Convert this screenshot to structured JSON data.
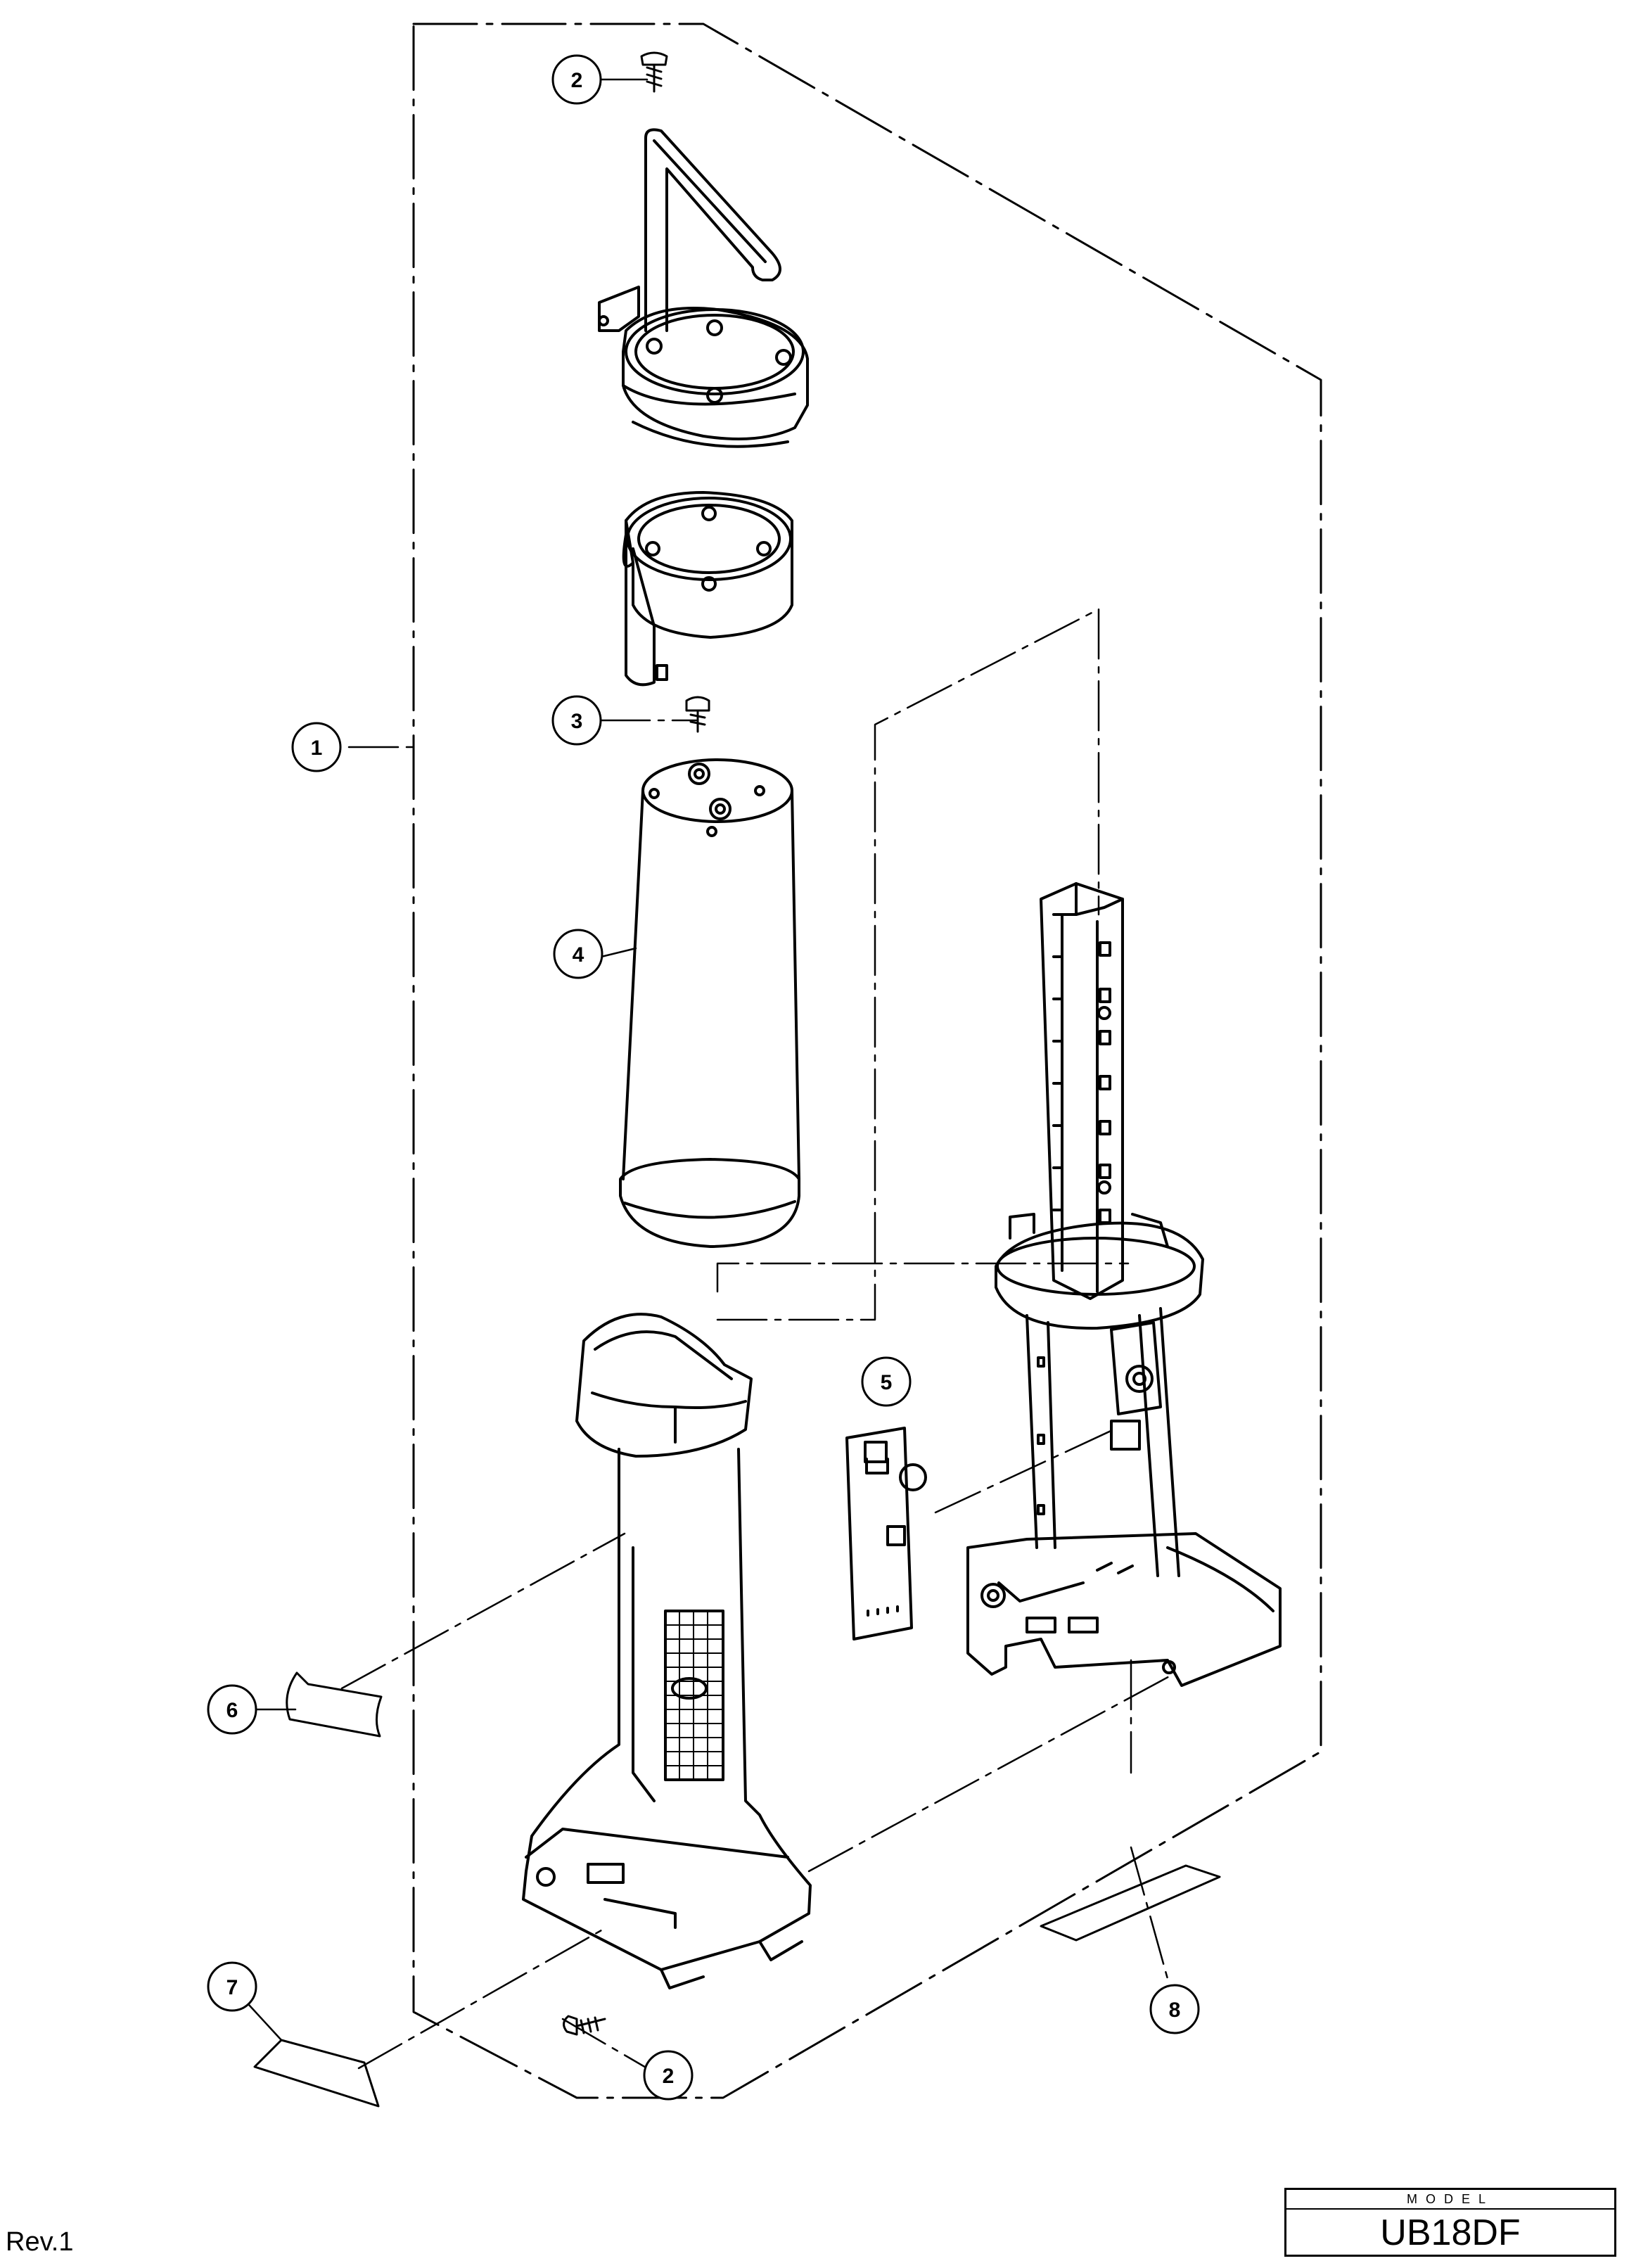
{
  "callouts": [
    {
      "id": "c2top",
      "label": "2"
    },
    {
      "id": "c1",
      "label": "1"
    },
    {
      "id": "c3",
      "label": "3"
    },
    {
      "id": "c4",
      "label": "4"
    },
    {
      "id": "c5",
      "label": "5"
    },
    {
      "id": "c6",
      "label": "6"
    },
    {
      "id": "c7",
      "label": "7"
    },
    {
      "id": "c2bot",
      "label": "2"
    },
    {
      "id": "c8",
      "label": "8"
    }
  ],
  "footer": {
    "revision": "Rev.1",
    "model_label": "MODEL",
    "model_value": "UB18DF"
  }
}
